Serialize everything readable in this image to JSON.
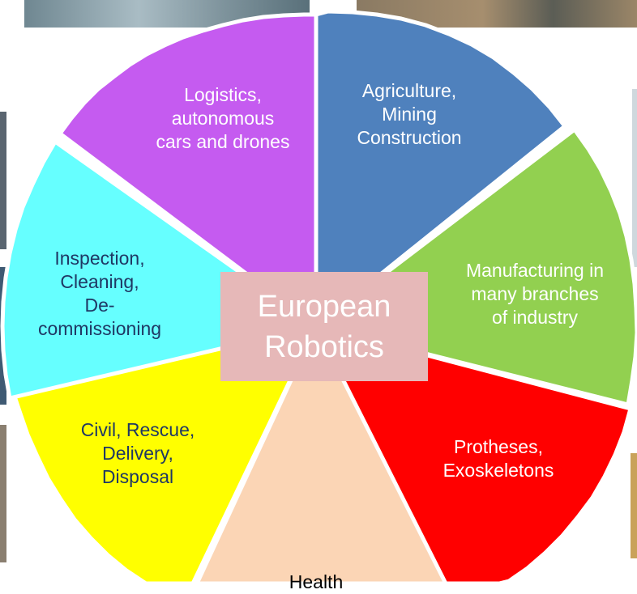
{
  "center": {
    "line1": "European",
    "line2": "Robotics"
  },
  "segments": [
    {
      "id": "logistics",
      "lines": [
        "Logistics,",
        "autonomous",
        "cars and drones"
      ],
      "fill": "#c55bf0",
      "text_color": "#ffffff"
    },
    {
      "id": "agriculture",
      "lines": [
        "Agriculture,",
        "Mining",
        "Construction"
      ],
      "fill": "#4f81bd",
      "text_color": "#ffffff"
    },
    {
      "id": "manufacturing",
      "lines": [
        "Manufacturing in",
        "many branches",
        "of industry"
      ],
      "fill": "#92d050",
      "text_color": "#ffffff"
    },
    {
      "id": "protheses",
      "lines": [
        "Protheses,",
        "Exoskeletons"
      ],
      "fill": "#ff0000",
      "text_color": "#ffffff"
    },
    {
      "id": "health",
      "lines": [
        "Health"
      ],
      "fill": "#fbd5b5",
      "text_color": "#000000"
    },
    {
      "id": "civil",
      "lines": [
        "Civil, Rescue,",
        "Delivery,",
        "Disposal"
      ],
      "fill": "#ffff00",
      "text_color": "#1f3864"
    },
    {
      "id": "inspection",
      "lines": [
        "Inspection,",
        "Cleaning,",
        "De-",
        "commissioning"
      ],
      "fill": "#66ffff",
      "text_color": "#1f3864"
    }
  ]
}
